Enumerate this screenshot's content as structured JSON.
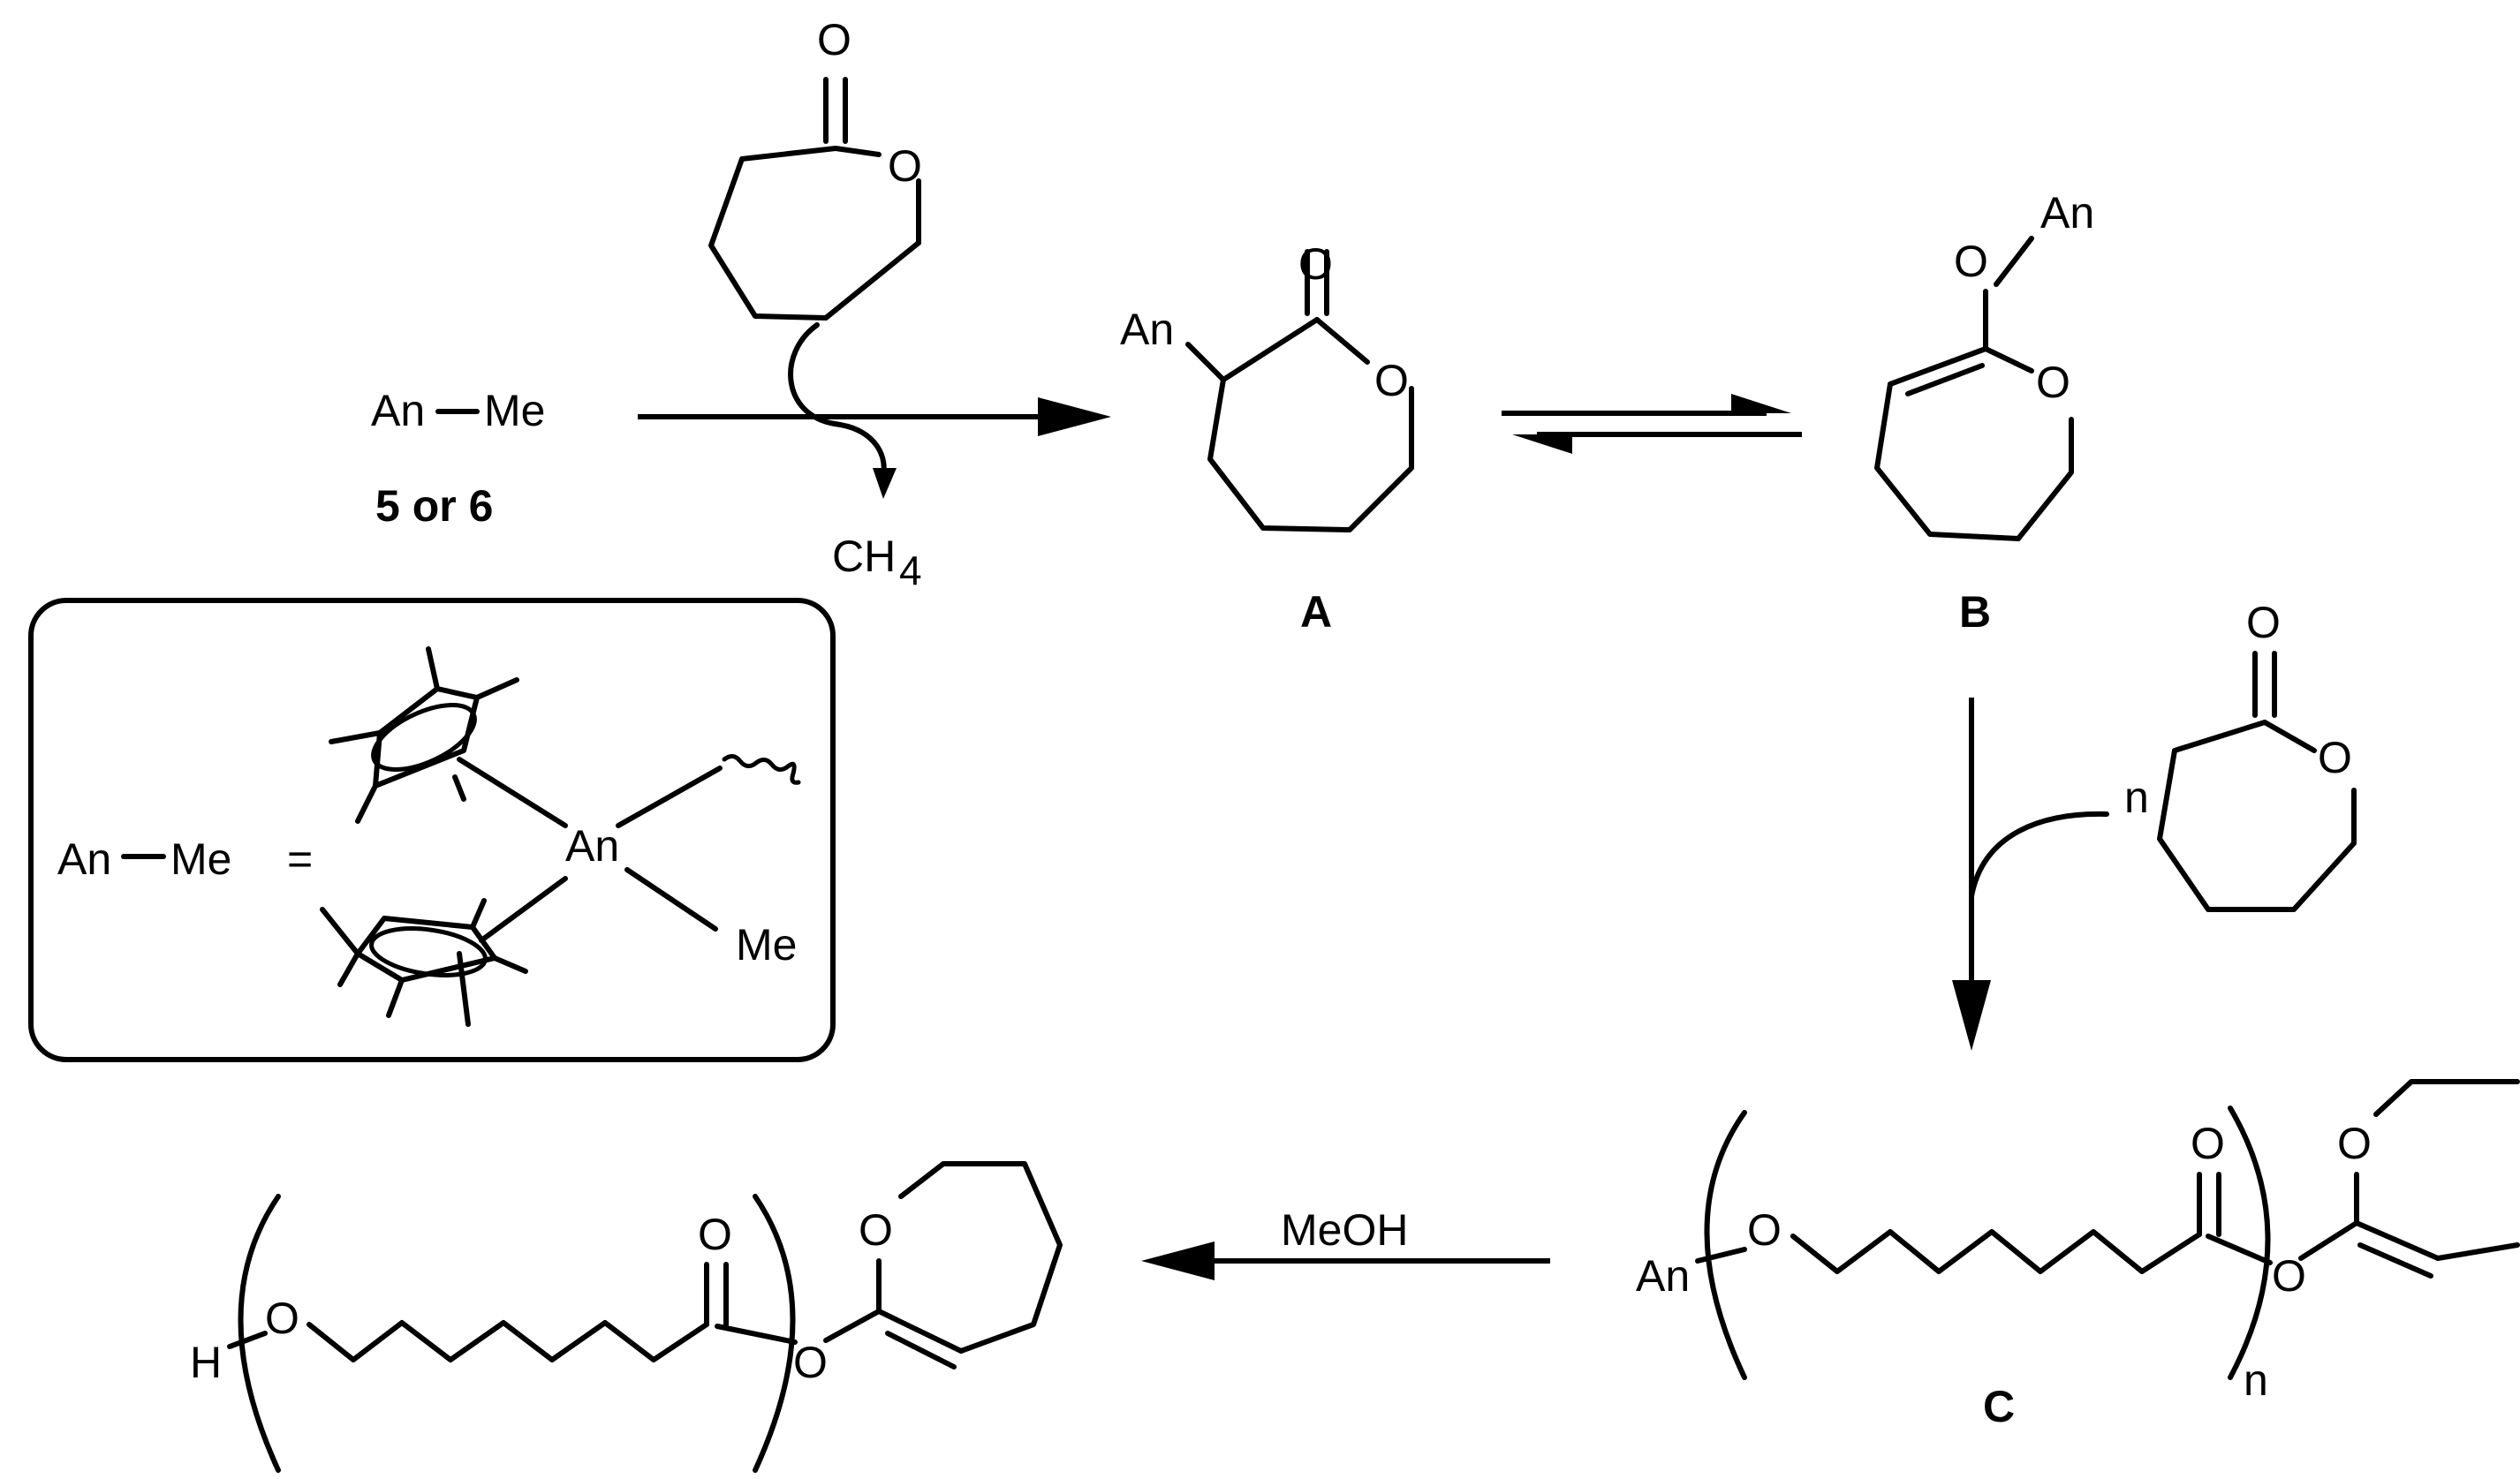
{
  "reagents": {
    "an_me_left": "An",
    "an_me_right": "Me",
    "compound_id": "5 or 6",
    "byproduct_main": "CH",
    "byproduct_sub": "4",
    "quench": "MeOH"
  },
  "atoms": {
    "O": "O",
    "An": "An",
    "H": "H",
    "Me": "Me",
    "n": "n"
  },
  "labels": {
    "A": "A",
    "B": "B",
    "C": "C"
  },
  "inset": {
    "lhs_left": "An",
    "lhs_right": "Me",
    "equals": "=",
    "metal": "An",
    "methyl": "Me"
  }
}
